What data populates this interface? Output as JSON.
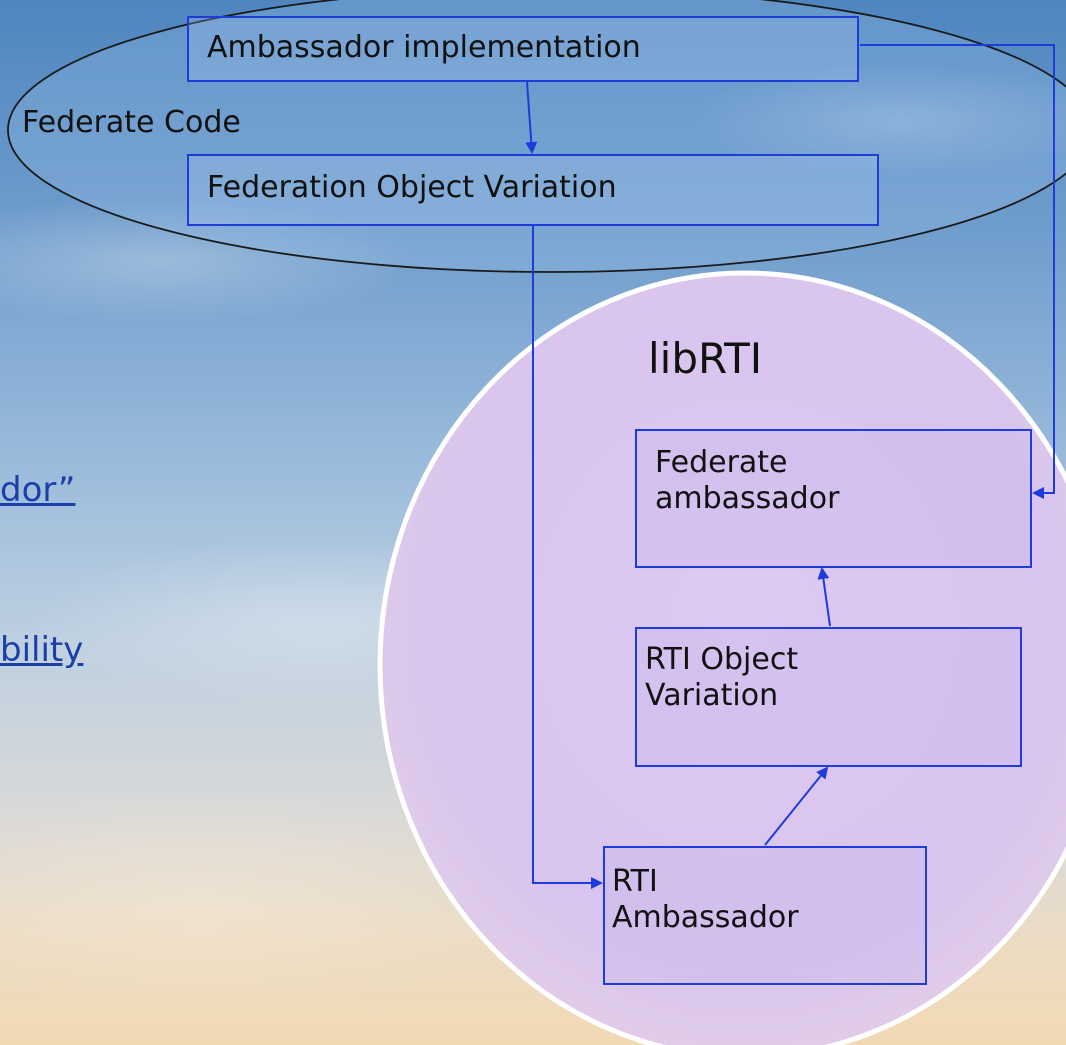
{
  "left_text": {
    "line1": "dor”",
    "line2": "bility"
  },
  "federate_code": {
    "label": "Federate Code",
    "ambassador_impl": "Ambassador implementation",
    "federation_object_variation": "Federation Object Variation"
  },
  "librti": {
    "label": "libRTI",
    "federate_ambassador": "Federate\nambassador",
    "rti_object_variation": "RTI Object\nVariation",
    "rti_ambassador": "RTI\nAmbassador"
  },
  "colors": {
    "box_border": "#1e3cd9",
    "arrow": "#1e3cd9",
    "ellipse_stroke": "#1a1a1a",
    "circle_fill": "#d7c3ec",
    "circle_stroke": "#ffffff",
    "link_text": "#1a3fa8"
  }
}
